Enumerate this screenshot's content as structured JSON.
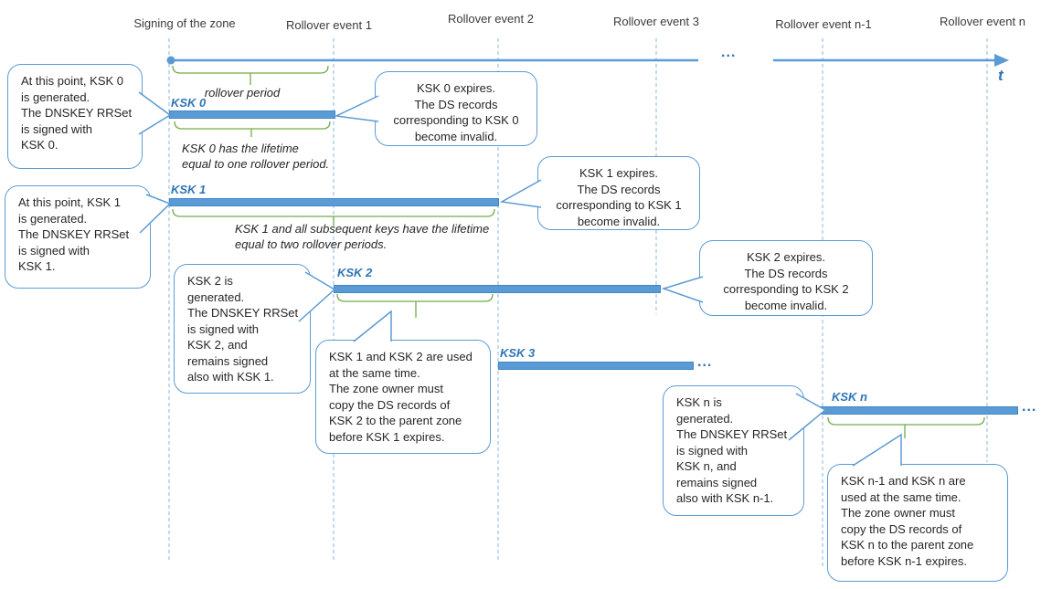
{
  "timeline": {
    "events": [
      "Signing of the zone",
      "Rollover event 1",
      "Rollover event 2",
      "Rollover event 3",
      "Rollover event n-1",
      "Rollover event n"
    ],
    "ellipsis": "...",
    "axis_label": "t"
  },
  "bars": [
    {
      "label": "KSK 0",
      "trailing": ""
    },
    {
      "label": "KSK 1",
      "trailing": ""
    },
    {
      "label": "KSK 2",
      "trailing": ""
    },
    {
      "label": "KSK 3",
      "trailing": "..."
    },
    {
      "label": "KSK n",
      "trailing": "..."
    }
  ],
  "captions": {
    "rollover_period": "rollover period",
    "ksk0_lifetime": "KSK 0 has the lifetime\nequal to one rollover period.",
    "ksk1_lifetime": "KSK 1 and all subsequent keys have the lifetime\nequal to two rollover periods."
  },
  "callouts": {
    "ksk0_generated": "At this point, KSK 0\nis generated.\nThe DNSKEY RRSet\nis signed with\nKSK 0.",
    "ksk0_expires": "KSK 0 expires.\nThe DS records\ncorresponding to KSK 0\nbecome invalid.",
    "ksk1_generated": "At this point, KSK 1\nis generated.\nThe DNSKEY RRSet\nis signed with\nKSK 1.",
    "ksk1_expires": "KSK 1 expires.\nThe DS records\ncorresponding to KSK 1\nbecome invalid.",
    "ksk2_generated": "KSK 2 is\ngenerated.\nThe DNSKEY RRSet\nis signed with\nKSK 2, and\nremains signed\nalso with KSK 1.",
    "ksk2_expires": "KSK 2 expires.\nThe DS records\ncorresponding to KSK 2\nbecome invalid.",
    "ksk12_overlap": "KSK 1 and KSK 2 are used\nat the same time.\nThe zone owner must\ncopy the DS records of\nKSK 2 to the parent zone\nbefore KSK 1 expires.",
    "kskn_generated": "KSK n is\ngenerated.\nThe DNSKEY RRSet\nis signed with\nKSK n, and\nremains signed\nalso with KSK n-1.",
    "kskn_overlap": "KSK n-1 and KSK n are\nused at the same time.\nThe zone owner must\ncopy the DS records of\nKSK n to the parent zone\nbefore KSK n-1 expires."
  },
  "colors": {
    "accent": "#5B9BD5",
    "key_label": "#2E75B6",
    "brace": "#70AD47",
    "dashes": "#9DC3E6",
    "text": "#262626"
  }
}
